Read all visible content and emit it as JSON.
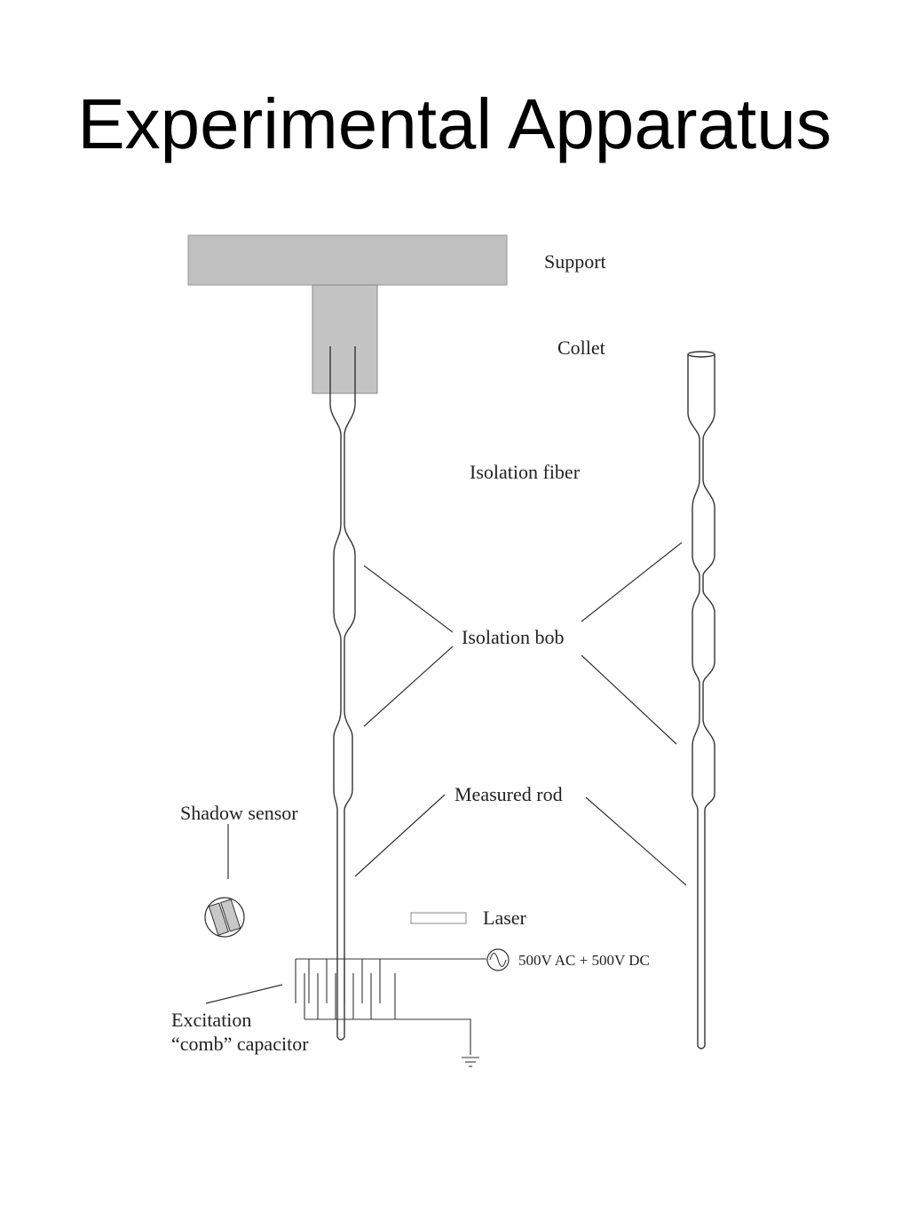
{
  "slide": {
    "title": "Experimental Apparatus"
  },
  "labels": {
    "support": "Support",
    "collet": "Collet",
    "isolation_fiber": "Isolation fiber",
    "isolation_bob": "Isolation bob",
    "measured_rod": "Measured rod",
    "shadow_sensor": "Shadow sensor",
    "laser": "Laser",
    "voltage": "500V AC + 500V DC",
    "excitation_line1": "Excitation",
    "excitation_line2": "“comb” capacitor"
  },
  "colors": {
    "support_fill": "#c0c0c0",
    "collet_fill": "#c4c4c4",
    "line": "#333333"
  }
}
